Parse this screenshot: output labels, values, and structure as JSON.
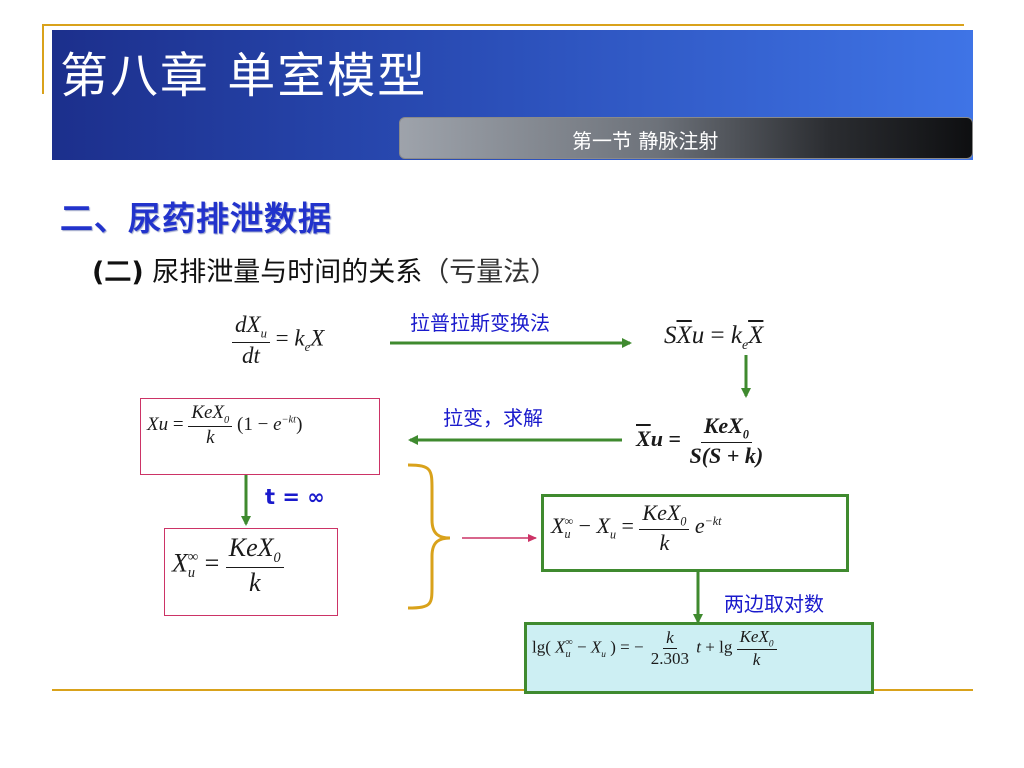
{
  "slide": {
    "title": "第八章  单室模型",
    "section": "第一节  静脉注射",
    "heading": "二、尿药排泄数据",
    "subheading_prefix": "(二)",
    "subheading_main": " 尿排泄量与时间的关系",
    "subheading_paren": "（亏量法）"
  },
  "labels": {
    "laplace": "拉普拉斯变换法",
    "inverse": "拉变，求解",
    "t_inf": "t = ∞",
    "log_both": "两边取对数"
  },
  "colors": {
    "header_blue": "#2a4db6",
    "heading_blue": "#2233cc",
    "arrow_green": "#3f8a2f",
    "gold": "#d9a21b",
    "pink": "#cc3366"
  }
}
